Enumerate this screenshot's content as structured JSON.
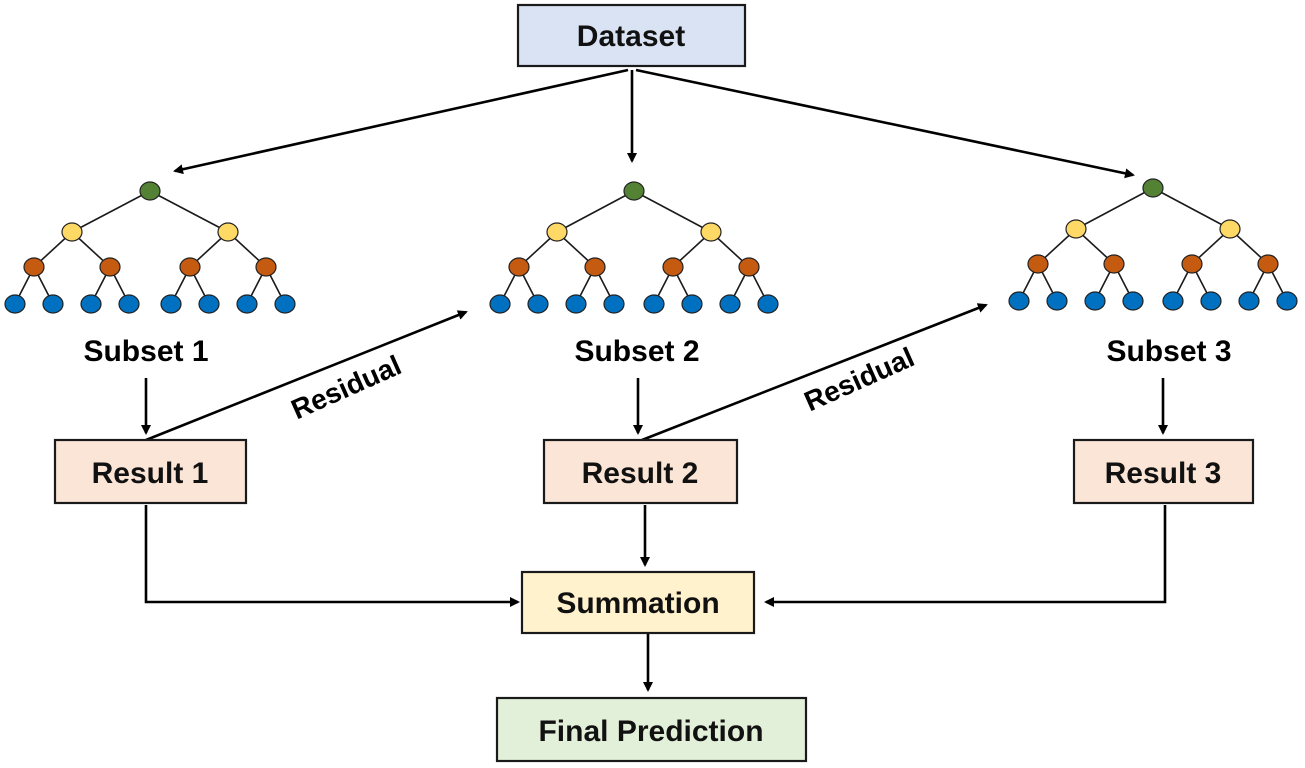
{
  "boxes": {
    "dataset": "Dataset",
    "result1": "Result 1",
    "result2": "Result 2",
    "result3": "Result 3",
    "summation": "Summation",
    "final": "Final Prediction"
  },
  "subsets": [
    "Subset 1",
    "Subset 2",
    "Subset 3"
  ],
  "residual_labels": [
    "Residual",
    "Residual"
  ],
  "colors": {
    "dataset_fill": "#dae3f3",
    "result_fill": "#fbe5d6",
    "summation_fill": "#fff2cc",
    "final_fill": "#e2f0d9",
    "box_border": "#1a1a1a",
    "root_node": "#548235",
    "level1_node": "#ffd966",
    "level2_node": "#c55a11",
    "leaf_node": "#0070c0"
  }
}
